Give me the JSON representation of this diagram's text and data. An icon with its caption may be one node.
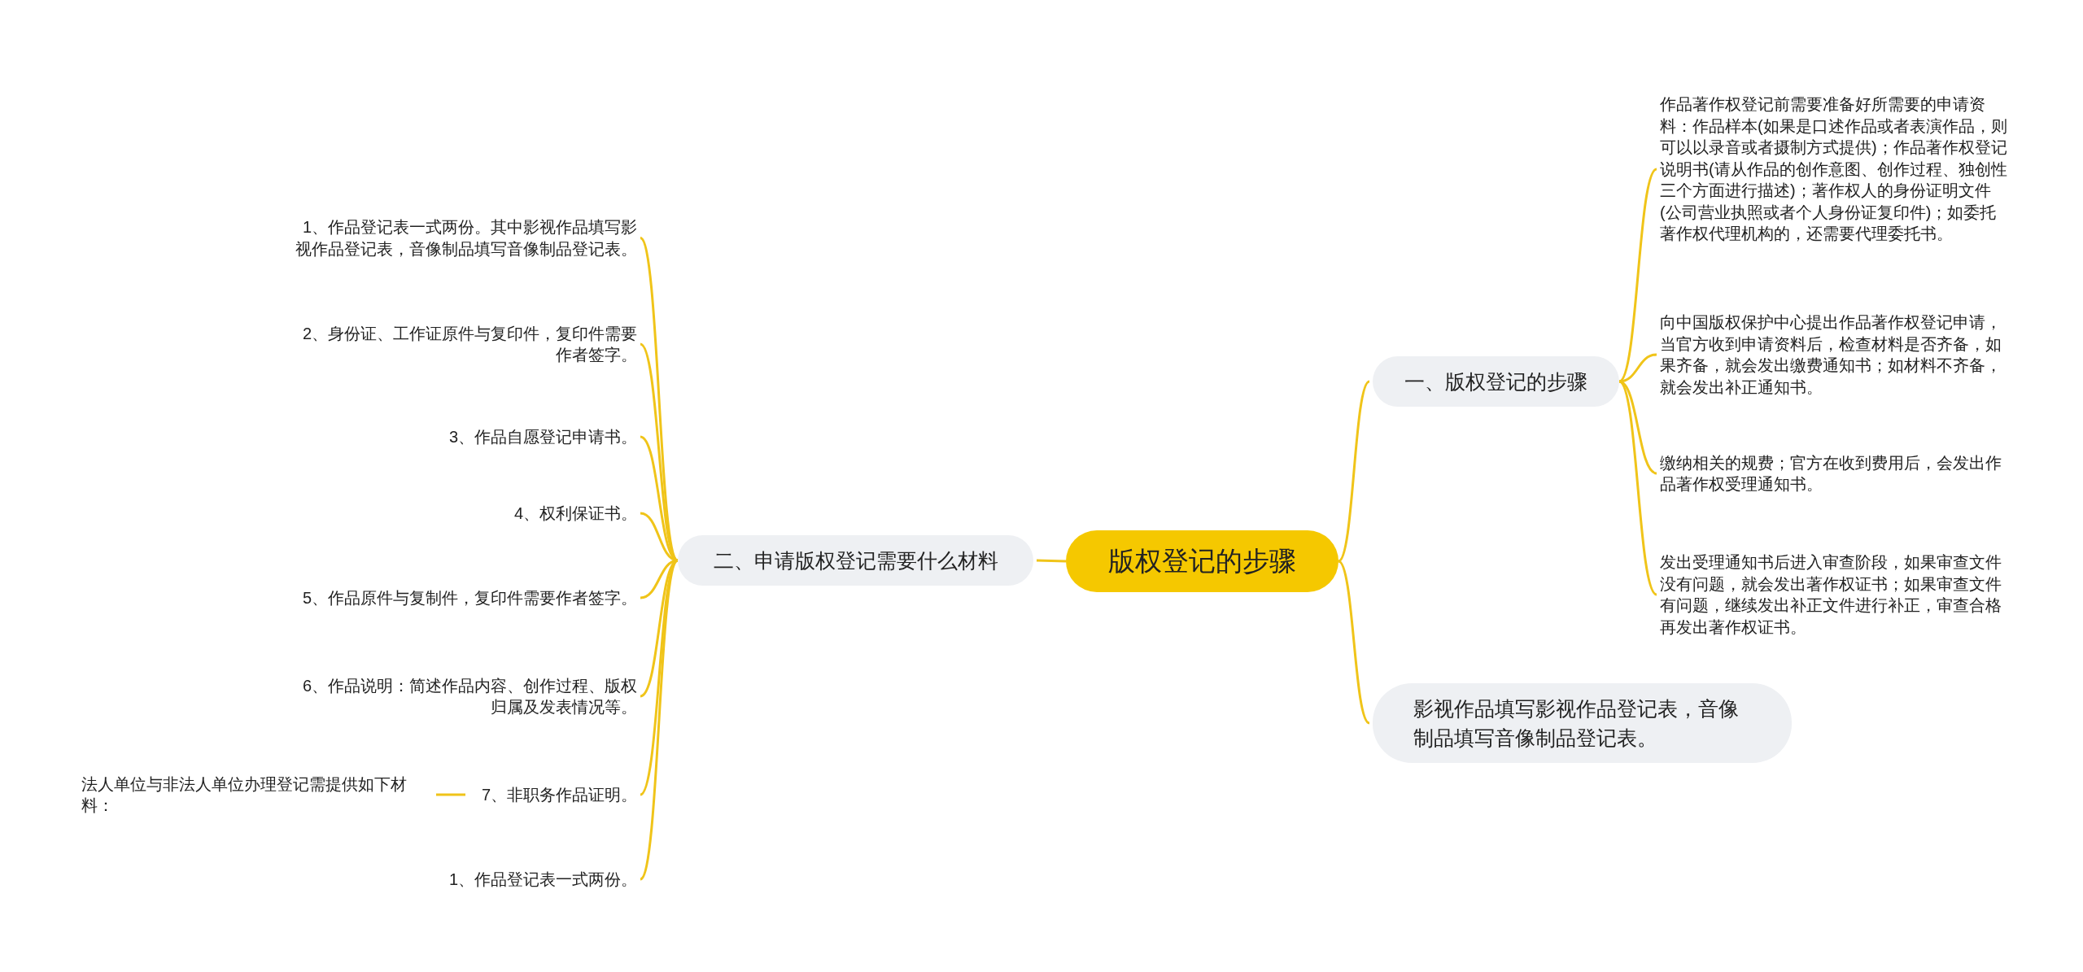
{
  "diagram": {
    "nodes": [
      {
        "text": [
          "版权登记的步骤"
        ]
      },
      {
        "text": [
          "一、版权登记的步骤"
        ]
      },
      {
        "text": [
          "作品著作权登记前需要准备好所需要的申请资料：作品样本(如果是口述作品或者表演作品，则可以以录音或者摄制方式提供)；作品著作权登记说明书(请从作品的创作意图、创作过程、独创性三个方面进行描述)；著作权人的身份证明文件(公司营业执照或者个人身份证复印件)；如委托著作权代理机构的，还需要代理委托书。"
        ]
      },
      {
        "text": [
          "向中国版权保护中心提出作品著作权登记申请，当官方收到申请资料后，检查材料是否齐备，如果齐备，就会发出缴费通知书；如材料不齐备，就会发出补正通知书。"
        ]
      },
      {
        "text": [
          "缴纳相关的规费；官方在收到费用后，会发出作品著作权受理通知书。"
        ]
      },
      {
        "text": [
          "发出受理通知书后进入审查阶段，如果审查文件没有问题，就会发出著作权证书；如果审查文件有问题，继续发出补正文件进行补正，审查合格再发出著作权证书。"
        ]
      },
      {
        "text": [
          "影视作品填写影视作品登记表，音像制品填写音像制品登记表。"
        ]
      },
      {
        "text": [
          "二、申请版权登记需要什么材料"
        ]
      },
      {
        "text": [
          "1、作品登记表一式两份。其中影视作品填写影视作品登记表，音像制品填写音像制品登记表。"
        ]
      },
      {
        "text": [
          "2、身份证、工作证原件与复印件，复印件需要作者签字。"
        ]
      },
      {
        "text": [
          "3、作品自愿登记申请书。"
        ]
      },
      {
        "text": [
          "4、权利保证书。"
        ]
      },
      {
        "text": [
          "5、作品原件与复制件，复印件需要作者签字。"
        ]
      },
      {
        "text": [
          "6、作品说明：简述作品内容、创作过程、版权归属及发表情况等。"
        ]
      },
      {
        "text": [
          "7、非职务作品证明。"
        ]
      },
      {
        "text": [
          "1、作品登记表一式两份。"
        ]
      },
      {
        "text": [
          "法人单位与非法人单位办理登记需提供如下材料："
        ]
      }
    ],
    "edges": [
      {
        "from": 0,
        "to": 1,
        "arrow": "none"
      },
      {
        "from": 0,
        "to": 6,
        "arrow": "none"
      },
      {
        "from": 0,
        "to": 7,
        "arrow": "none"
      },
      {
        "from": 1,
        "to": 2,
        "arrow": "none"
      },
      {
        "from": 1,
        "to": 3,
        "arrow": "none"
      },
      {
        "from": 1,
        "to": 4,
        "arrow": "none"
      },
      {
        "from": 1,
        "to": 5,
        "arrow": "none"
      },
      {
        "from": 7,
        "to": 8,
        "arrow": "none"
      },
      {
        "from": 7,
        "to": 9,
        "arrow": "none"
      },
      {
        "from": 7,
        "to": 10,
        "arrow": "none"
      },
      {
        "from": 7,
        "to": 11,
        "arrow": "none"
      },
      {
        "from": 7,
        "to": 12,
        "arrow": "none"
      },
      {
        "from": 7,
        "to": 13,
        "arrow": "none"
      },
      {
        "from": 7,
        "to": 14,
        "arrow": "none"
      },
      {
        "from": 7,
        "to": 15,
        "arrow": "none"
      },
      {
        "from": 14,
        "to": 16,
        "arrow": "none"
      }
    ]
  }
}
